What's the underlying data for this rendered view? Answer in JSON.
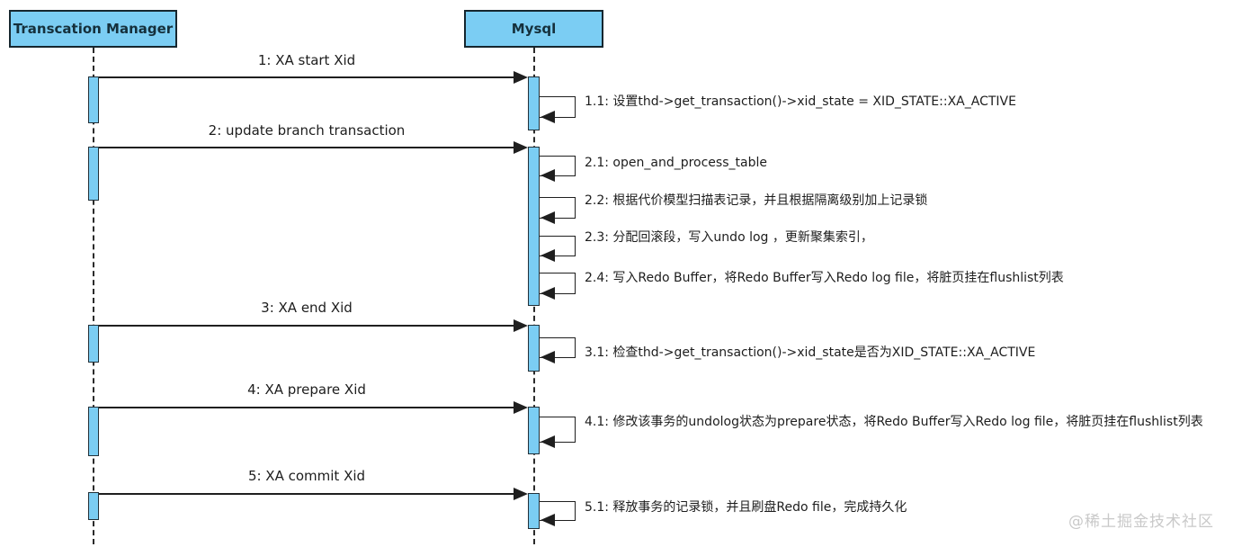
{
  "diagram": {
    "type": "uml-sequence-diagram",
    "actors": [
      {
        "name": "Transcation Manager"
      },
      {
        "name": "Mysql"
      }
    ],
    "messages": [
      {
        "id": "1",
        "from": "Transcation Manager",
        "to": "Mysql",
        "label": "1: XA start Xid"
      },
      {
        "id": "2",
        "from": "Transcation Manager",
        "to": "Mysql",
        "label": "2: update branch transaction"
      },
      {
        "id": "3",
        "from": "Transcation Manager",
        "to": "Mysql",
        "label": "3: XA end Xid"
      },
      {
        "id": "4",
        "from": "Transcation Manager",
        "to": "Mysql",
        "label": "4: XA prepare Xid"
      },
      {
        "id": "5",
        "from": "Transcation Manager",
        "to": "Mysql",
        "label": "5: XA commit Xid"
      }
    ],
    "self_messages": [
      {
        "id": "1.1",
        "actor": "Mysql",
        "label": "1.1: 设置thd->get_transaction()->xid_state = XID_STATE::XA_ACTIVE"
      },
      {
        "id": "2.1",
        "actor": "Mysql",
        "label": "2.1: open_and_process_table"
      },
      {
        "id": "2.2",
        "actor": "Mysql",
        "label": "2.2: 根据代价模型扫描表记录，并且根据隔离级别加上记录锁"
      },
      {
        "id": "2.3",
        "actor": "Mysql",
        "label": "2.3: 分配回滚段，写入undo log ，更新聚集索引，"
      },
      {
        "id": "2.4",
        "actor": "Mysql",
        "label": "2.4: 写入Redo Buffer，将Redo Buffer写入Redo log file，将脏页挂在flushlist列表"
      },
      {
        "id": "3.1",
        "actor": "Mysql",
        "label": "3.1: 检查thd->get_transaction()->xid_state是否为XID_STATE::XA_ACTIVE"
      },
      {
        "id": "4.1",
        "actor": "Mysql",
        "label": "4.1: 修改该事务的undolog状态为prepare状态，将Redo Buffer写入Redo log file，将脏页挂在flushlist列表"
      },
      {
        "id": "5.1",
        "actor": "Mysql",
        "label": "5.1: 释放事务的记录锁，并且刷盘Redo file，完成持久化"
      }
    ],
    "watermark": "@稀土掘金技术社区",
    "colors": {
      "actor_fill": "#7bcdf3",
      "actor_border": "#16262e",
      "line": "#1f1f1f",
      "watermark": "#c9c9c9"
    }
  }
}
